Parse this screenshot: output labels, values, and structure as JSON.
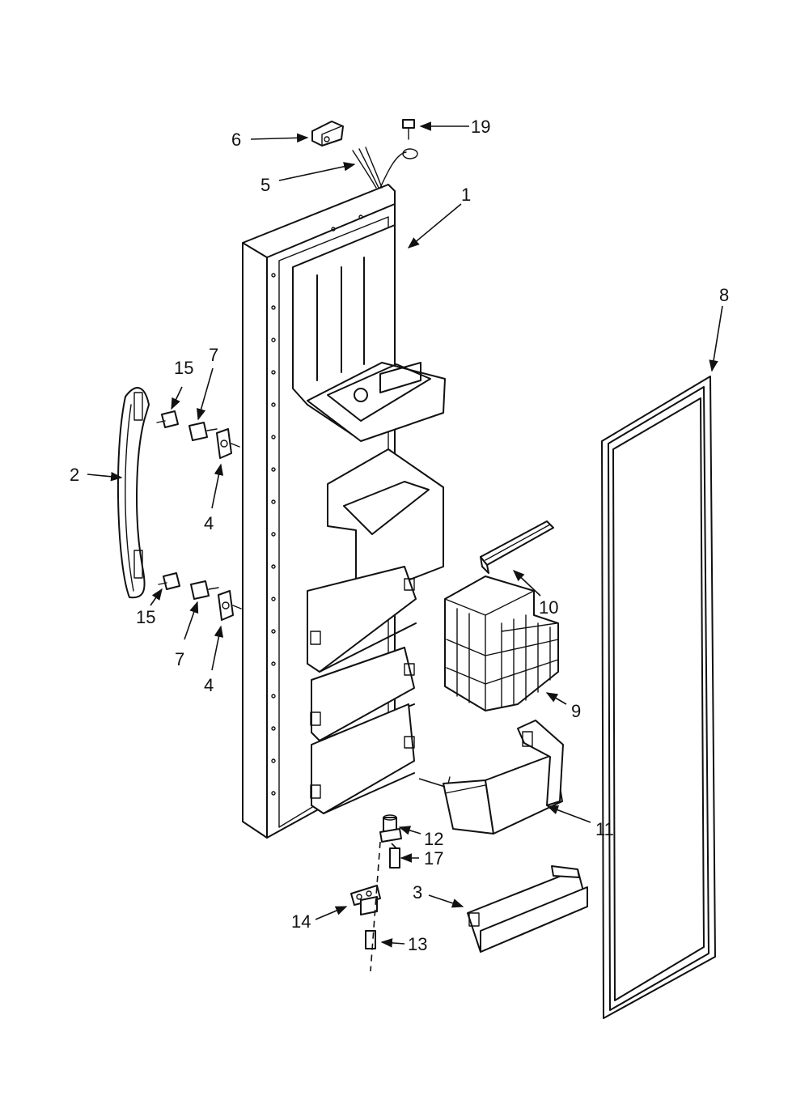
{
  "callouts": [
    {
      "id": "c1",
      "text": "1"
    },
    {
      "id": "c2",
      "text": "2"
    },
    {
      "id": "c3",
      "text": "3"
    },
    {
      "id": "c4a",
      "text": "4"
    },
    {
      "id": "c4b",
      "text": "4"
    },
    {
      "id": "c5",
      "text": "5"
    },
    {
      "id": "c6",
      "text": "6"
    },
    {
      "id": "c7a",
      "text": "7"
    },
    {
      "id": "c7b",
      "text": "7"
    },
    {
      "id": "c8",
      "text": "8"
    },
    {
      "id": "c9",
      "text": "9"
    },
    {
      "id": "c10",
      "text": "10"
    },
    {
      "id": "c11",
      "text": "11"
    },
    {
      "id": "c12",
      "text": "12"
    },
    {
      "id": "c13",
      "text": "13"
    },
    {
      "id": "c14",
      "text": "14"
    },
    {
      "id": "c15a",
      "text": "15"
    },
    {
      "id": "c15b",
      "text": "15"
    },
    {
      "id": "c17",
      "text": "17"
    },
    {
      "id": "c19",
      "text": "19"
    }
  ]
}
